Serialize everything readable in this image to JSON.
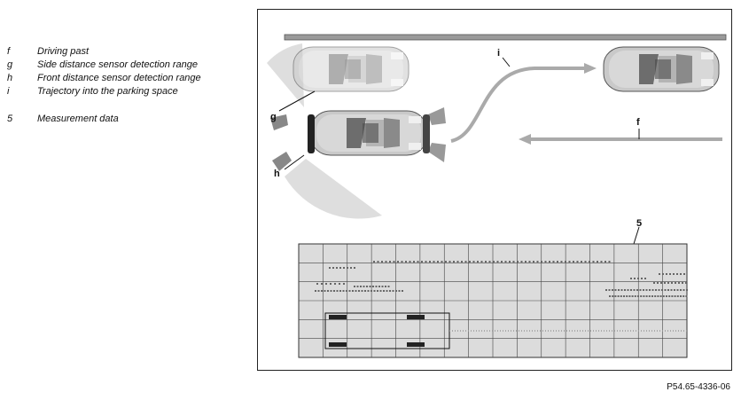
{
  "legend": {
    "items": [
      {
        "key": "f",
        "text": "Driving past"
      },
      {
        "key": "g",
        "text": "Side distance sensor detection range"
      },
      {
        "key": "h",
        "text": "Front distance sensor detection range"
      },
      {
        "key": "i",
        "text": "Trajectory into the parking space"
      },
      {
        "key": "5",
        "text": "Measurement data"
      }
    ]
  },
  "diagram": {
    "labels": {
      "i": "i",
      "f": "f",
      "g": "g",
      "h": "h",
      "five": "5"
    }
  },
  "caption": "P54.65-4336-06"
}
